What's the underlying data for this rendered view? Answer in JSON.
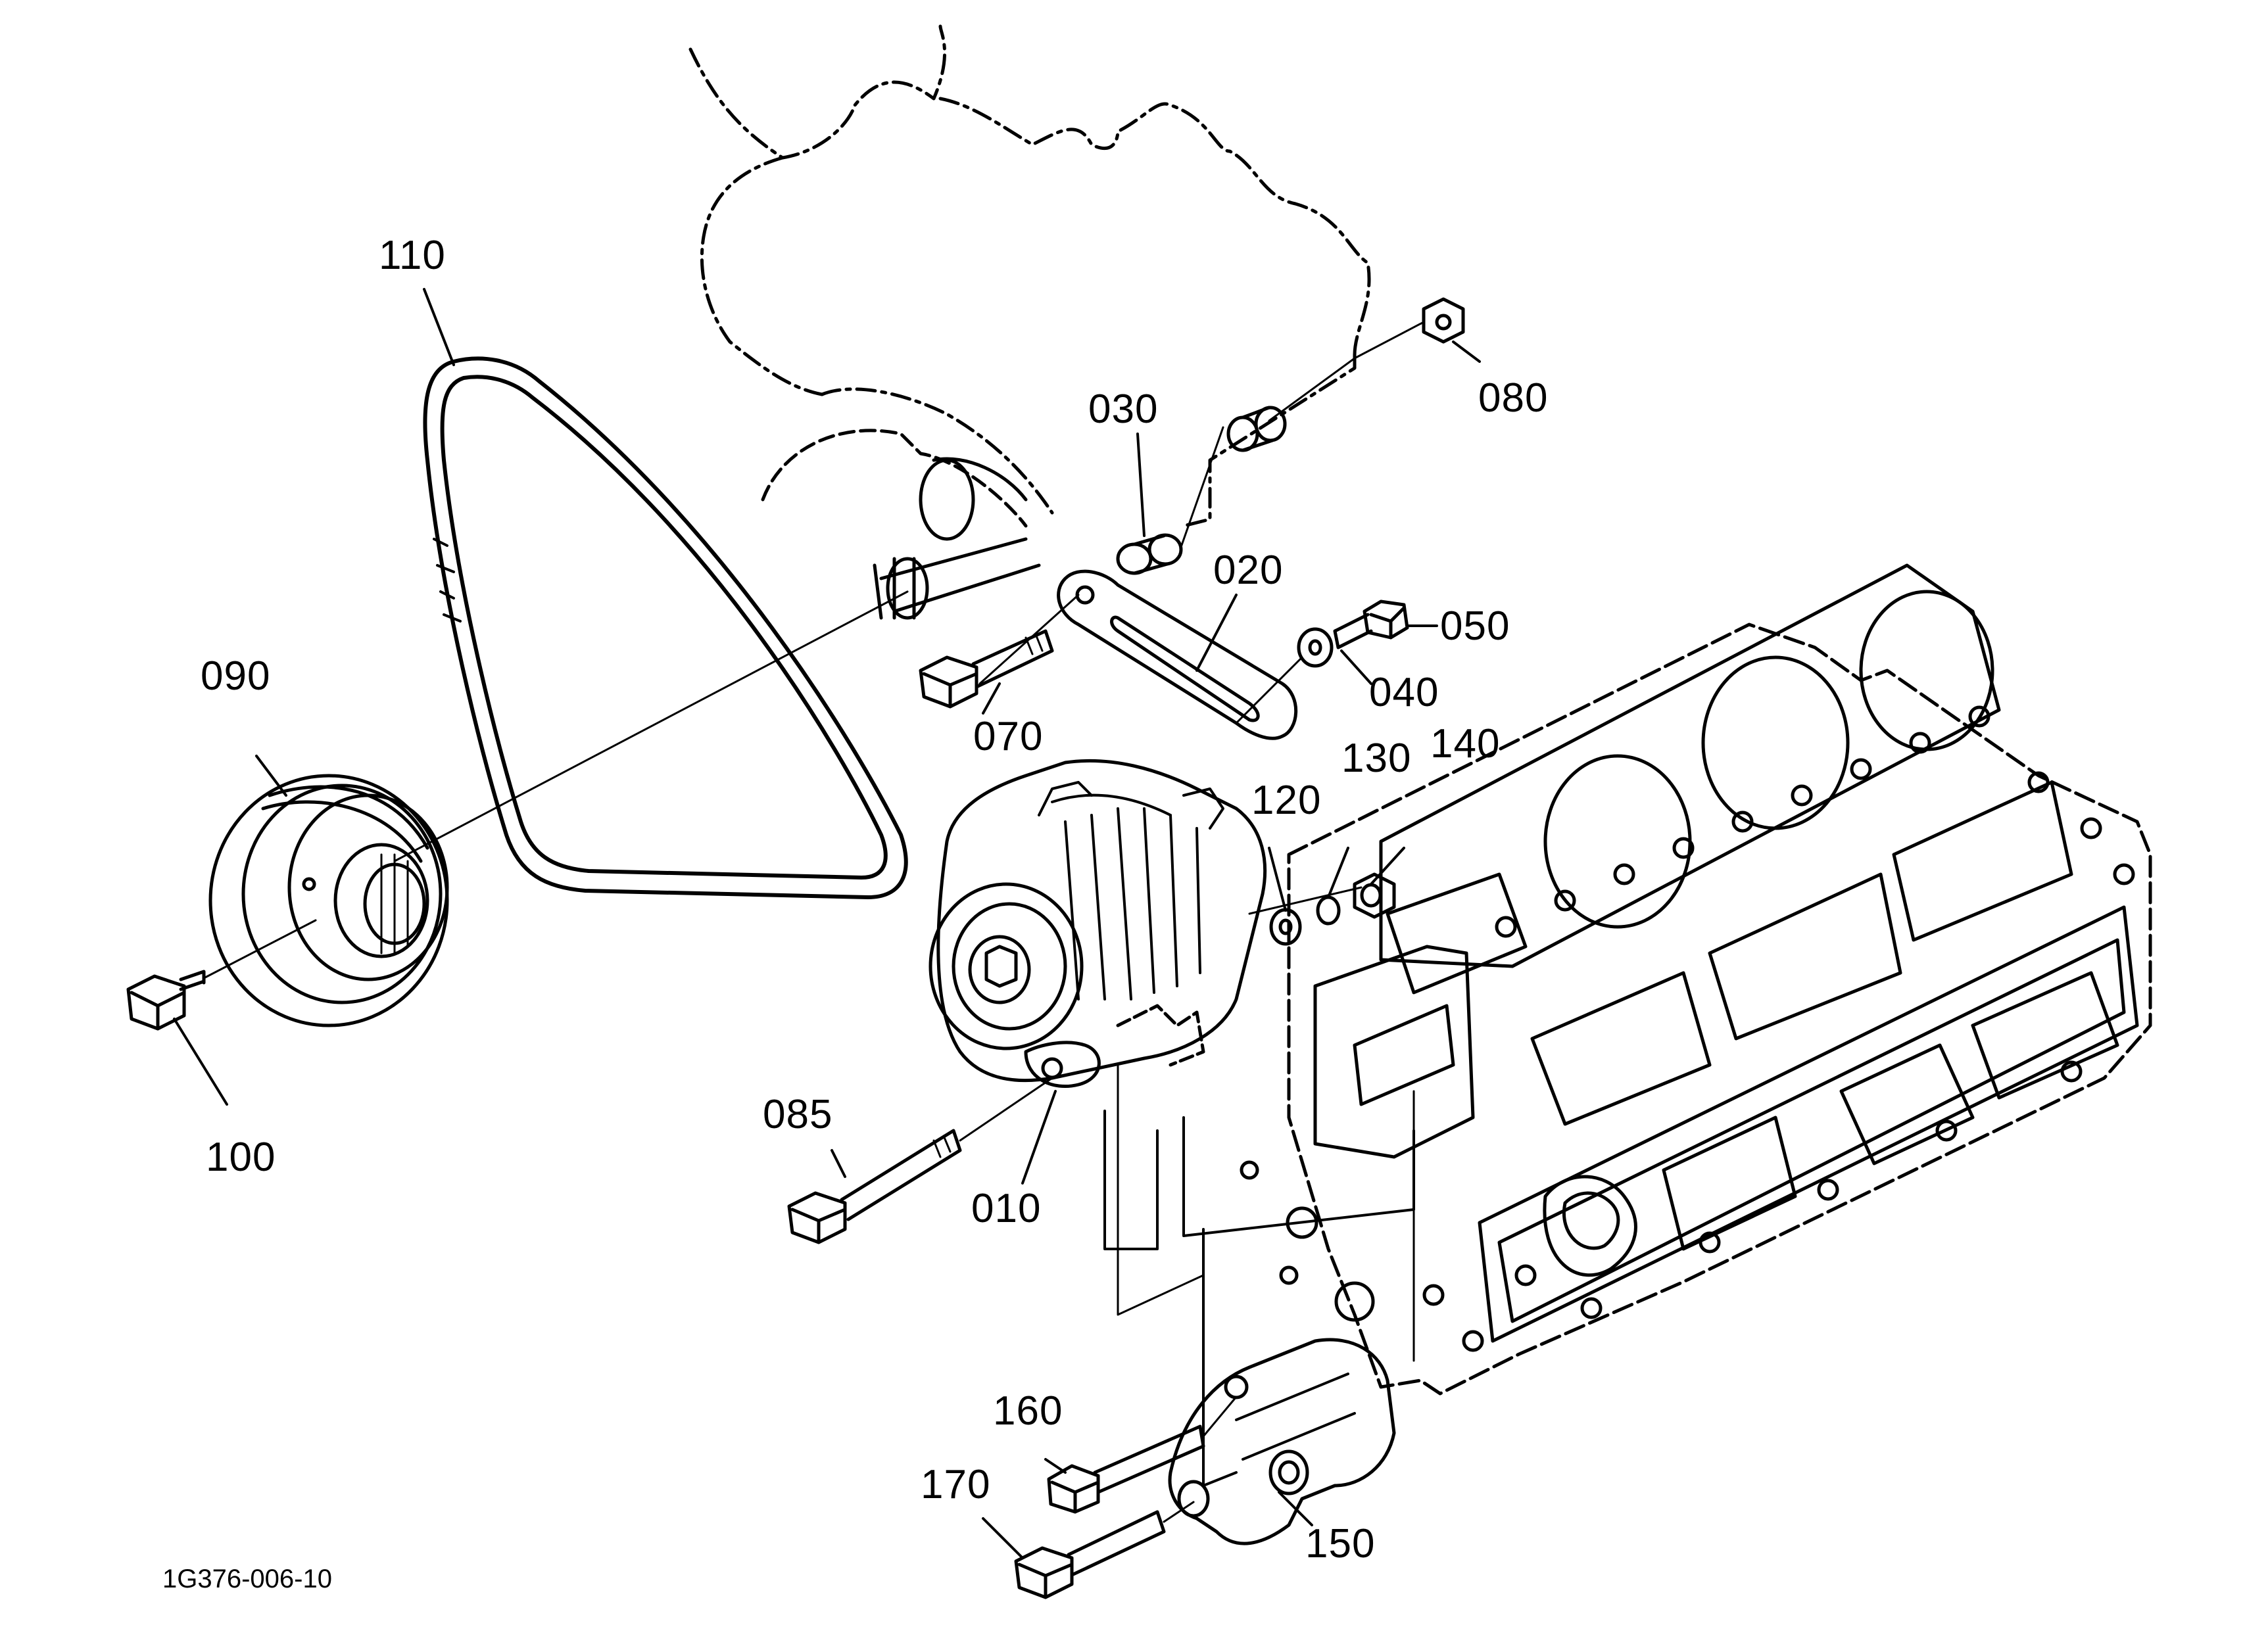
{
  "figure_ref": "1G376-006-10",
  "colors": {
    "ink": "#000000",
    "paper": "#ffffff"
  },
  "parts": [
    {
      "ref": "010",
      "name": "alternator"
    },
    {
      "ref": "020",
      "name": "adjusting bracket"
    },
    {
      "ref": "030",
      "name": "spacer / collar"
    },
    {
      "ref": "040",
      "name": "washer"
    },
    {
      "ref": "050",
      "name": "bolt"
    },
    {
      "ref": "070",
      "name": "bolt"
    },
    {
      "ref": "080",
      "name": "nut"
    },
    {
      "ref": "085",
      "name": "bolt"
    },
    {
      "ref": "090",
      "name": "fan pulley"
    },
    {
      "ref": "100",
      "name": "bolt"
    },
    {
      "ref": "110",
      "name": "fan belt"
    },
    {
      "ref": "120",
      "name": "washer"
    },
    {
      "ref": "130",
      "name": "spring washer"
    },
    {
      "ref": "140",
      "name": "nut"
    },
    {
      "ref": "150",
      "name": "alternator bracket"
    },
    {
      "ref": "160",
      "name": "bolt"
    },
    {
      "ref": "170",
      "name": "bolt"
    }
  ]
}
